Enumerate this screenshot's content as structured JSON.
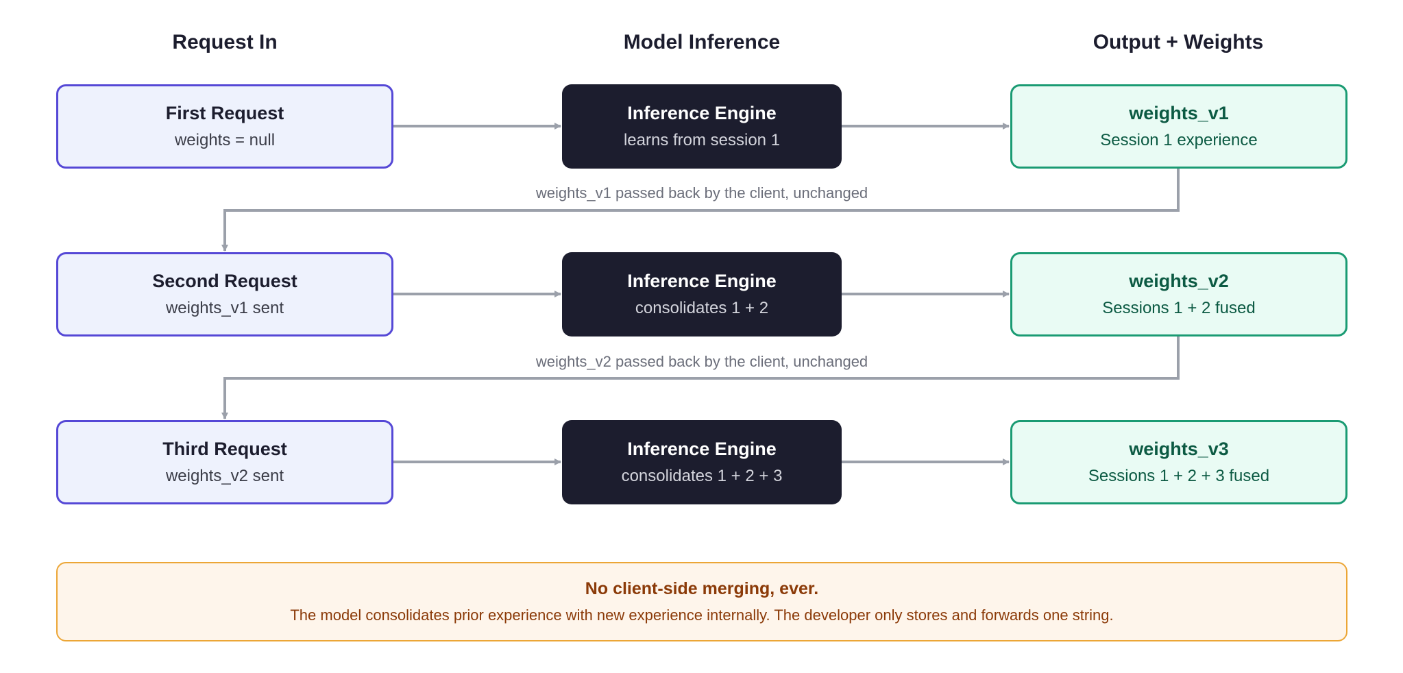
{
  "columns": [
    "Request In",
    "Model Inference",
    "Output + Weights"
  ],
  "rows": [
    {
      "request": {
        "title": "First Request",
        "sub": "weights = null"
      },
      "engine": {
        "title": "Inference Engine",
        "sub": "learns from session 1"
      },
      "output": {
        "title": "weights_v1",
        "sub": "Session 1 experience"
      }
    },
    {
      "request": {
        "title": "Second Request",
        "sub": "weights_v1 sent"
      },
      "engine": {
        "title": "Inference Engine",
        "sub": "consolidates 1 + 2"
      },
      "output": {
        "title": "weights_v2",
        "sub": "Sessions 1 + 2 fused"
      }
    },
    {
      "request": {
        "title": "Third Request",
        "sub": "weights_v2 sent"
      },
      "engine": {
        "title": "Inference Engine",
        "sub": "consolidates 1 + 2 + 3"
      },
      "output": {
        "title": "weights_v3",
        "sub": "Sessions 1 + 2 + 3 fused"
      }
    }
  ],
  "return_labels": [
    "weights_v1 passed back by the client, unchanged",
    "weights_v2 passed back by the client, unchanged"
  ],
  "note": {
    "title": "No client-side merging, ever.",
    "body": "The model consolidates prior experience with new experience internally. The developer only stores and forwards one string."
  },
  "colors": {
    "request_border": "#5548d6",
    "request_fill": "#eef2fd",
    "engine_fill": "#1c1d2e",
    "output_border": "#1a9b73",
    "output_fill": "#e9fbf4",
    "arrow": "#9ba0aa",
    "note_border": "#eca636",
    "note_fill": "#fef5eb",
    "note_text": "#8b3a08"
  }
}
